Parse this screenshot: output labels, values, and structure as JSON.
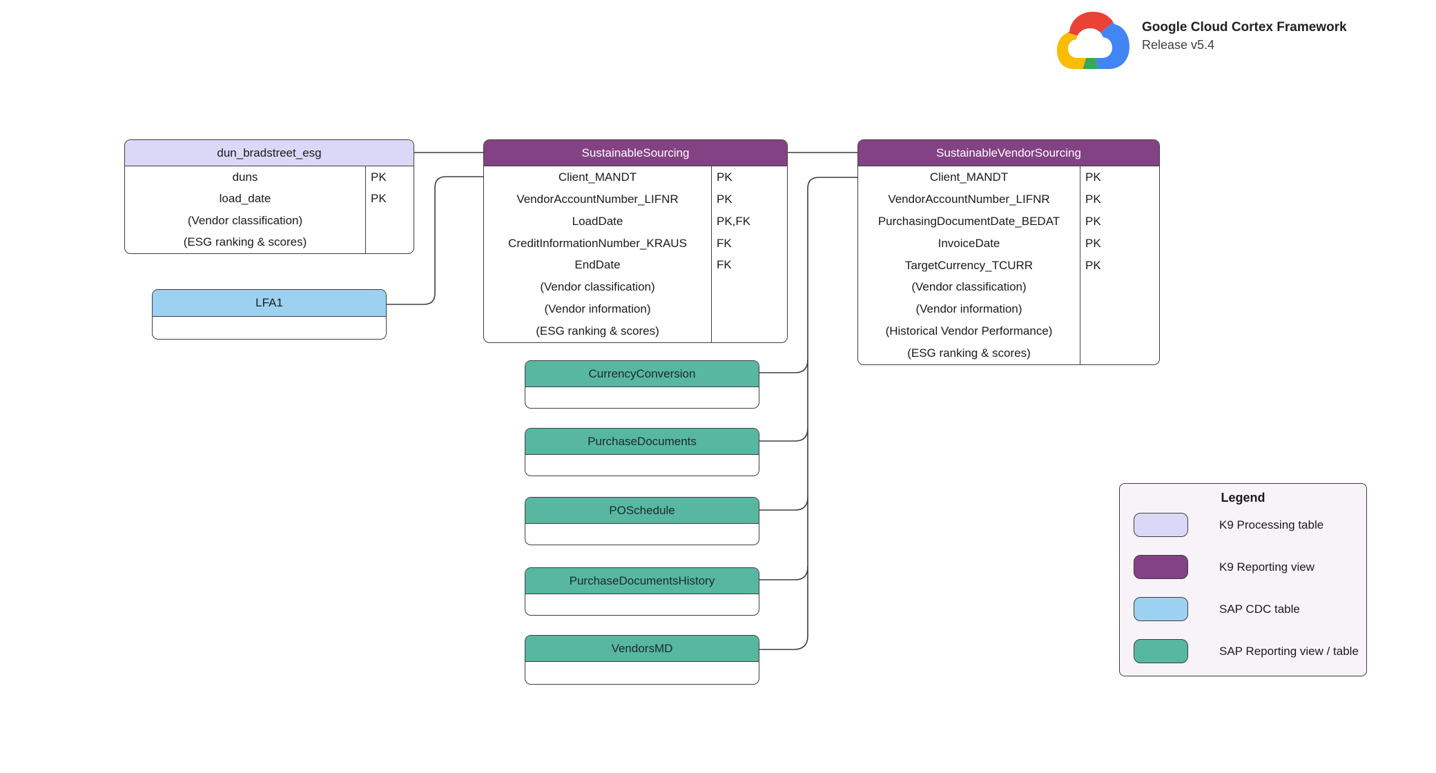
{
  "header": {
    "title": "Google Cloud Cortex Framework",
    "subtitle": "Release v5.4"
  },
  "colors": {
    "k9_processing": "#DBD8F7",
    "k9_reporting": "#834283",
    "sap_cdc": "#9CD1F1",
    "sap_reporting": "#58B7A1",
    "line": "#3d3d3d"
  },
  "entities": [
    {
      "id": "dun_bradstreet_esg",
      "title": "dun_bradstreet_esg",
      "type": "k9_processing",
      "rows": [
        {
          "name": "duns",
          "key": "PK"
        },
        {
          "name": "load_date",
          "key": "PK"
        },
        {
          "name": "(Vendor classification)",
          "key": ""
        },
        {
          "name": "(ESG ranking & scores)",
          "key": ""
        }
      ]
    },
    {
      "id": "sustainable_sourcing",
      "title": "SustainableSourcing",
      "type": "k9_reporting",
      "rows": [
        {
          "name": "Client_MANDT",
          "key": "PK"
        },
        {
          "name": "VendorAccountNumber_LIFNR",
          "key": "PK"
        },
        {
          "name": "LoadDate",
          "key": "PK,FK"
        },
        {
          "name": "CreditInformationNumber_KRAUS",
          "key": "FK"
        },
        {
          "name": "EndDate",
          "key": "FK"
        },
        {
          "name": "(Vendor classification)",
          "key": ""
        },
        {
          "name": "(Vendor information)",
          "key": ""
        },
        {
          "name": "(ESG ranking & scores)",
          "key": ""
        }
      ]
    },
    {
      "id": "sustainable_vendor_sourcing",
      "title": "SustainableVendorSourcing",
      "type": "k9_reporting",
      "rows": [
        {
          "name": "Client_MANDT",
          "key": "PK"
        },
        {
          "name": "VendorAccountNumber_LIFNR",
          "key": "PK"
        },
        {
          "name": "PurchasingDocumentDate_BEDAT",
          "key": "PK"
        },
        {
          "name": "InvoiceDate",
          "key": "PK"
        },
        {
          "name": "TargetCurrency_TCURR",
          "key": "PK"
        },
        {
          "name": "(Vendor classification)",
          "key": ""
        },
        {
          "name": "(Vendor information)",
          "key": ""
        },
        {
          "name": "(Historical Vendor Performance)",
          "key": ""
        },
        {
          "name": "(ESG ranking & scores)",
          "key": ""
        }
      ]
    },
    {
      "id": "lfa1",
      "title": "LFA1",
      "type": "sap_cdc",
      "rows": []
    },
    {
      "id": "currency_conversion",
      "title": "CurrencyConversion",
      "type": "sap_reporting",
      "rows": []
    },
    {
      "id": "purchase_documents",
      "title": "PurchaseDocuments",
      "type": "sap_reporting",
      "rows": []
    },
    {
      "id": "po_schedule",
      "title": "POSchedule",
      "type": "sap_reporting",
      "rows": []
    },
    {
      "id": "purchase_documents_history",
      "title": "PurchaseDocumentsHistory",
      "type": "sap_reporting",
      "rows": []
    },
    {
      "id": "vendors_md",
      "title": "VendorsMD",
      "type": "sap_reporting",
      "rows": []
    }
  ],
  "legend": {
    "title": "Legend",
    "items": [
      {
        "label": "K9 Processing table",
        "type": "k9_processing"
      },
      {
        "label": "K9 Reporting view",
        "type": "k9_reporting"
      },
      {
        "label": "SAP CDC table",
        "type": "sap_cdc"
      },
      {
        "label": "SAP Reporting view / table",
        "type": "sap_reporting"
      }
    ]
  }
}
